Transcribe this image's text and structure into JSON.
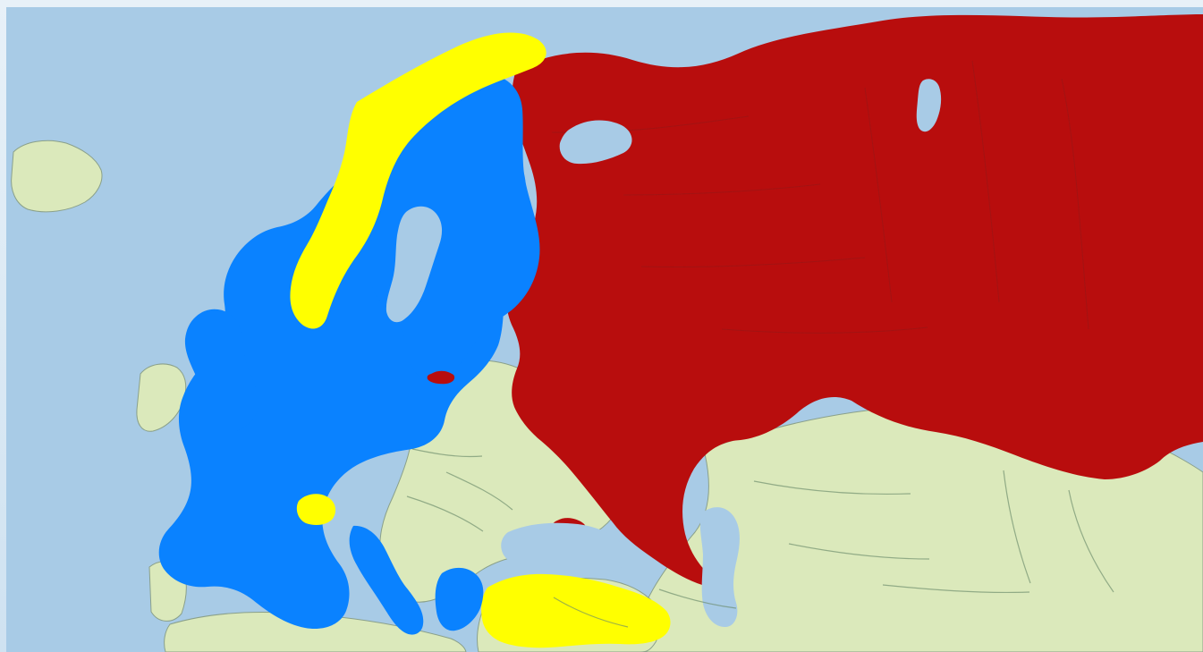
{
  "map": {
    "colors": {
      "sea": "#a8cbe6",
      "neutral_land": "#dbe9bb",
      "eu_blue": "#0a82ff",
      "yellow_states": "#ffff00",
      "russia_red": "#b80d0d",
      "frame": "#dbe9f5"
    },
    "regions": [
      {
        "id": "russia",
        "color": "#b80d0d"
      },
      {
        "id": "eu",
        "color": "#0a82ff"
      },
      {
        "id": "norway",
        "color": "#ffff00"
      },
      {
        "id": "switzerland",
        "color": "#ffff00"
      },
      {
        "id": "turkey",
        "color": "#ffff00"
      },
      {
        "id": "kaliningrad",
        "color": "#b80d0d"
      },
      {
        "id": "crimea",
        "color": "#b80d0d"
      }
    ]
  }
}
